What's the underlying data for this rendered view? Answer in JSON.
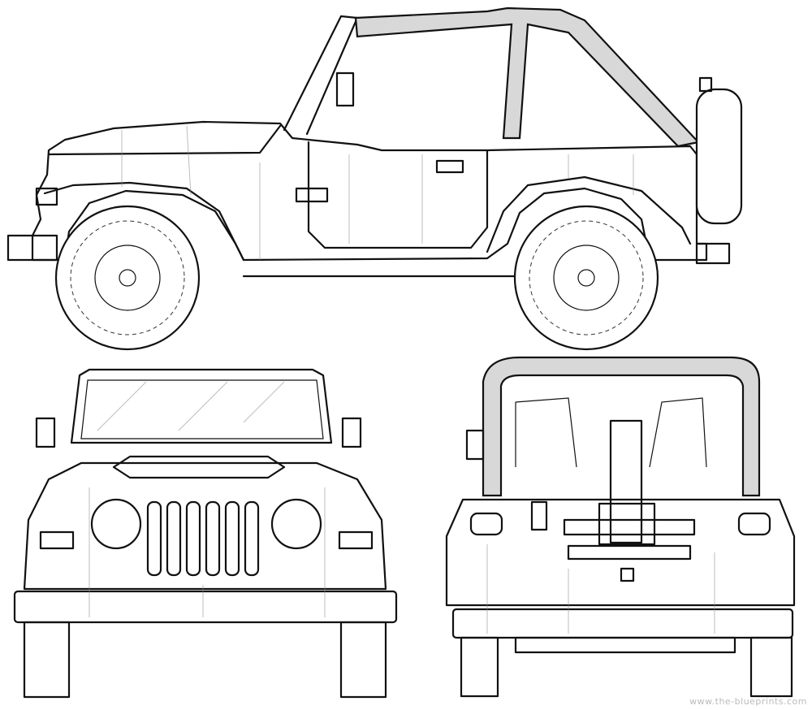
{
  "title": "Jeep Wrangler blueprint",
  "views": [
    {
      "name": "side"
    },
    {
      "name": "front"
    },
    {
      "name": "rear"
    }
  ],
  "watermark": "www.the-blueprints.com"
}
